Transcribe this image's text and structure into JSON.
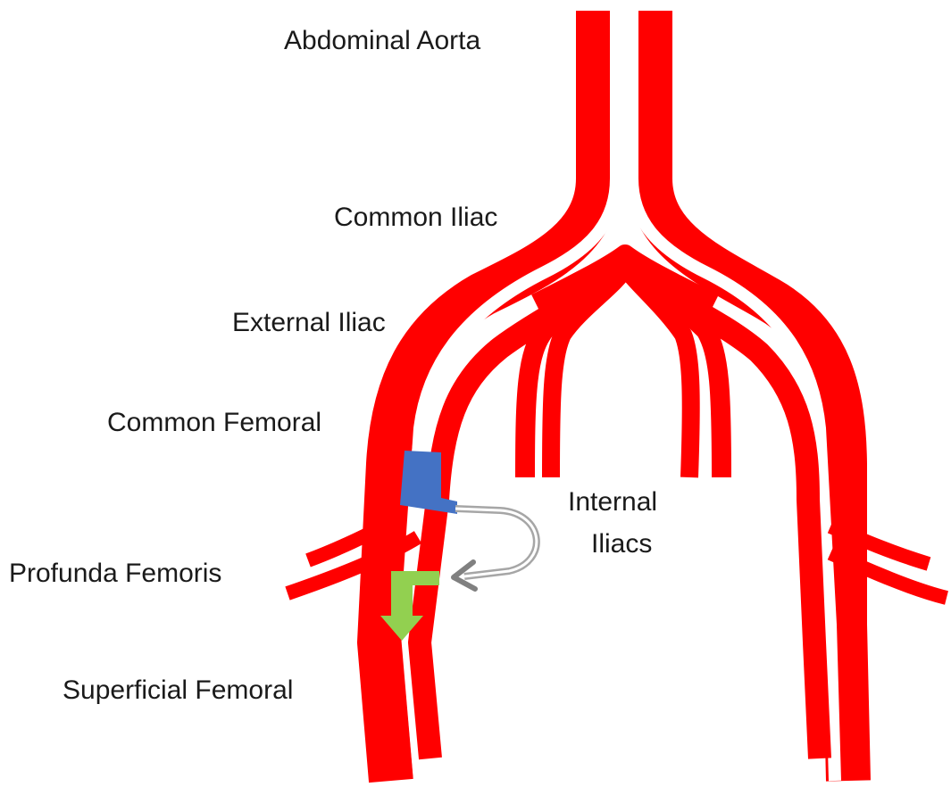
{
  "labels": {
    "abdominal_aorta": "Abdominal Aorta",
    "common_iliac": "Common Iliac",
    "external_iliac": "External Iliac",
    "common_femoral": "Common Femoral",
    "internal_iliacs_line1": "Internal",
    "internal_iliacs_line2": "Iliacs",
    "profunda_femoris": "Profunda Femoris",
    "superficial_femoral": "Superficial Femoral"
  },
  "colors": {
    "artery": "#ff0000",
    "catheter_sheath": "#4472c4",
    "catheter_tube": "#a6a6a6",
    "flow_arrow_green": "#92d050",
    "return_arrow_gray": "#808080"
  }
}
